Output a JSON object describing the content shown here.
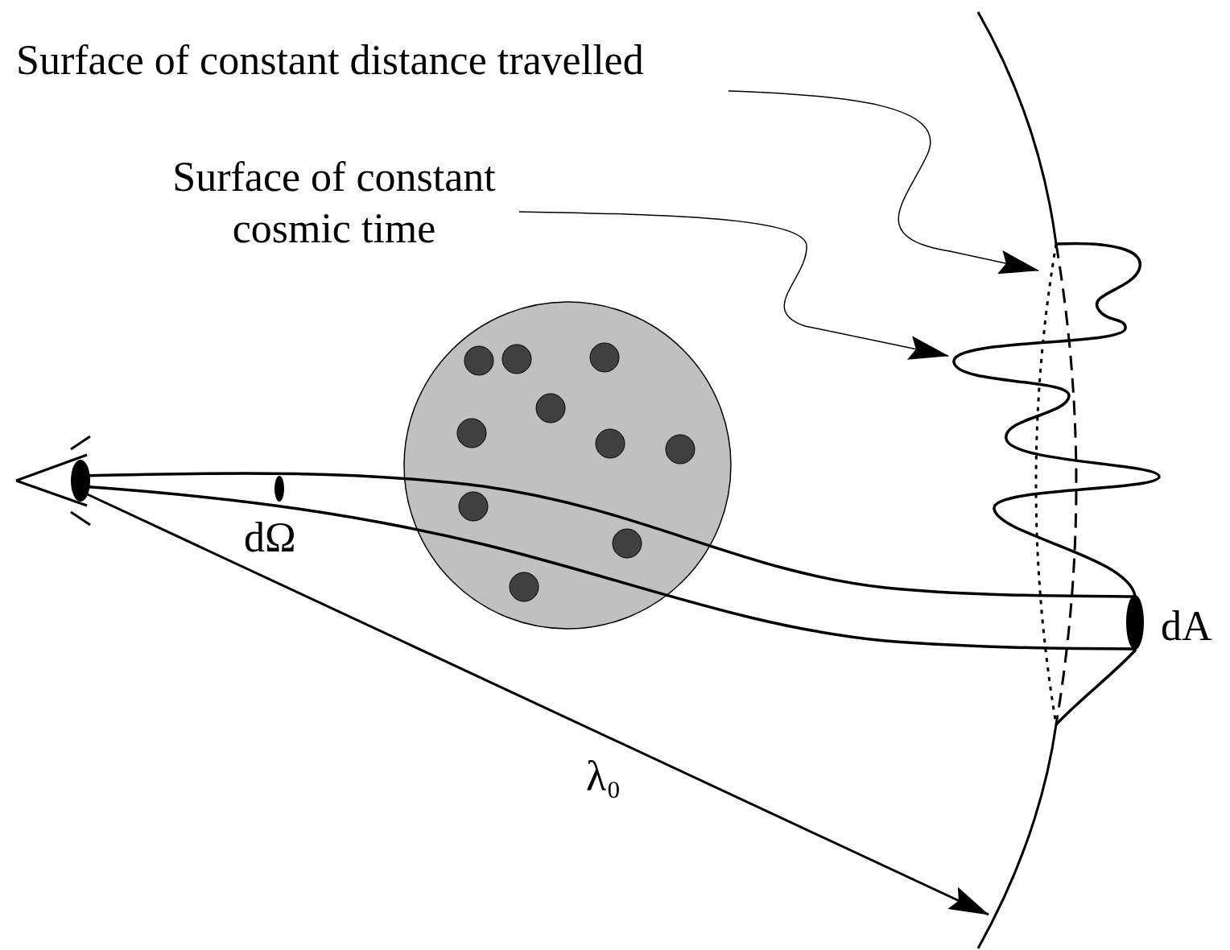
{
  "diagram": {
    "labels": [
      "Surface of constant distance travelled",
      "Surface of constant cosmic time",
      "dΩ",
      "λ₀",
      "dA"
    ]
  }
}
